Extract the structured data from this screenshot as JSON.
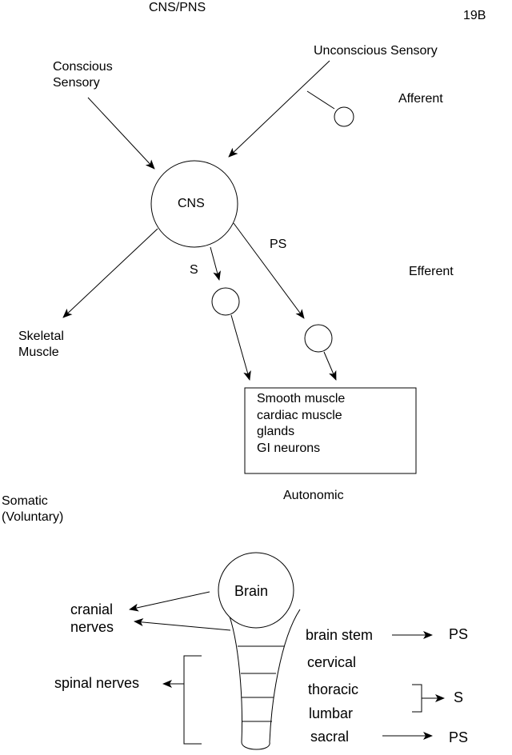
{
  "title": "CNS/PNS",
  "page_number": "19B",
  "upper": {
    "conscious_sensory": [
      "Conscious",
      "Sensory"
    ],
    "unconscious_sensory": "Unconscious Sensory",
    "afferent": "Afferent",
    "cns": "CNS",
    "ps": "PS",
    "s": "S",
    "efferent": "Efferent",
    "skeletal_muscle": [
      "Skeletal",
      "Muscle"
    ],
    "targets": [
      "Smooth muscle",
      "cardiac muscle",
      "glands",
      "GI neurons"
    ],
    "somatic": [
      "Somatic",
      "(Voluntary)"
    ],
    "autonomic": "Autonomic"
  },
  "lower": {
    "brain": "Brain",
    "cranial_nerves": [
      "cranial",
      "nerves"
    ],
    "spinal_nerves": "spinal nerves",
    "brain_stem": "brain stem",
    "brain_stem_target": "PS",
    "cervical": "cervical",
    "thoracic": "thoracic",
    "lumbar": "lumbar",
    "thoracolumbar_target": "S",
    "sacral": "sacral",
    "sacral_target": "PS"
  }
}
